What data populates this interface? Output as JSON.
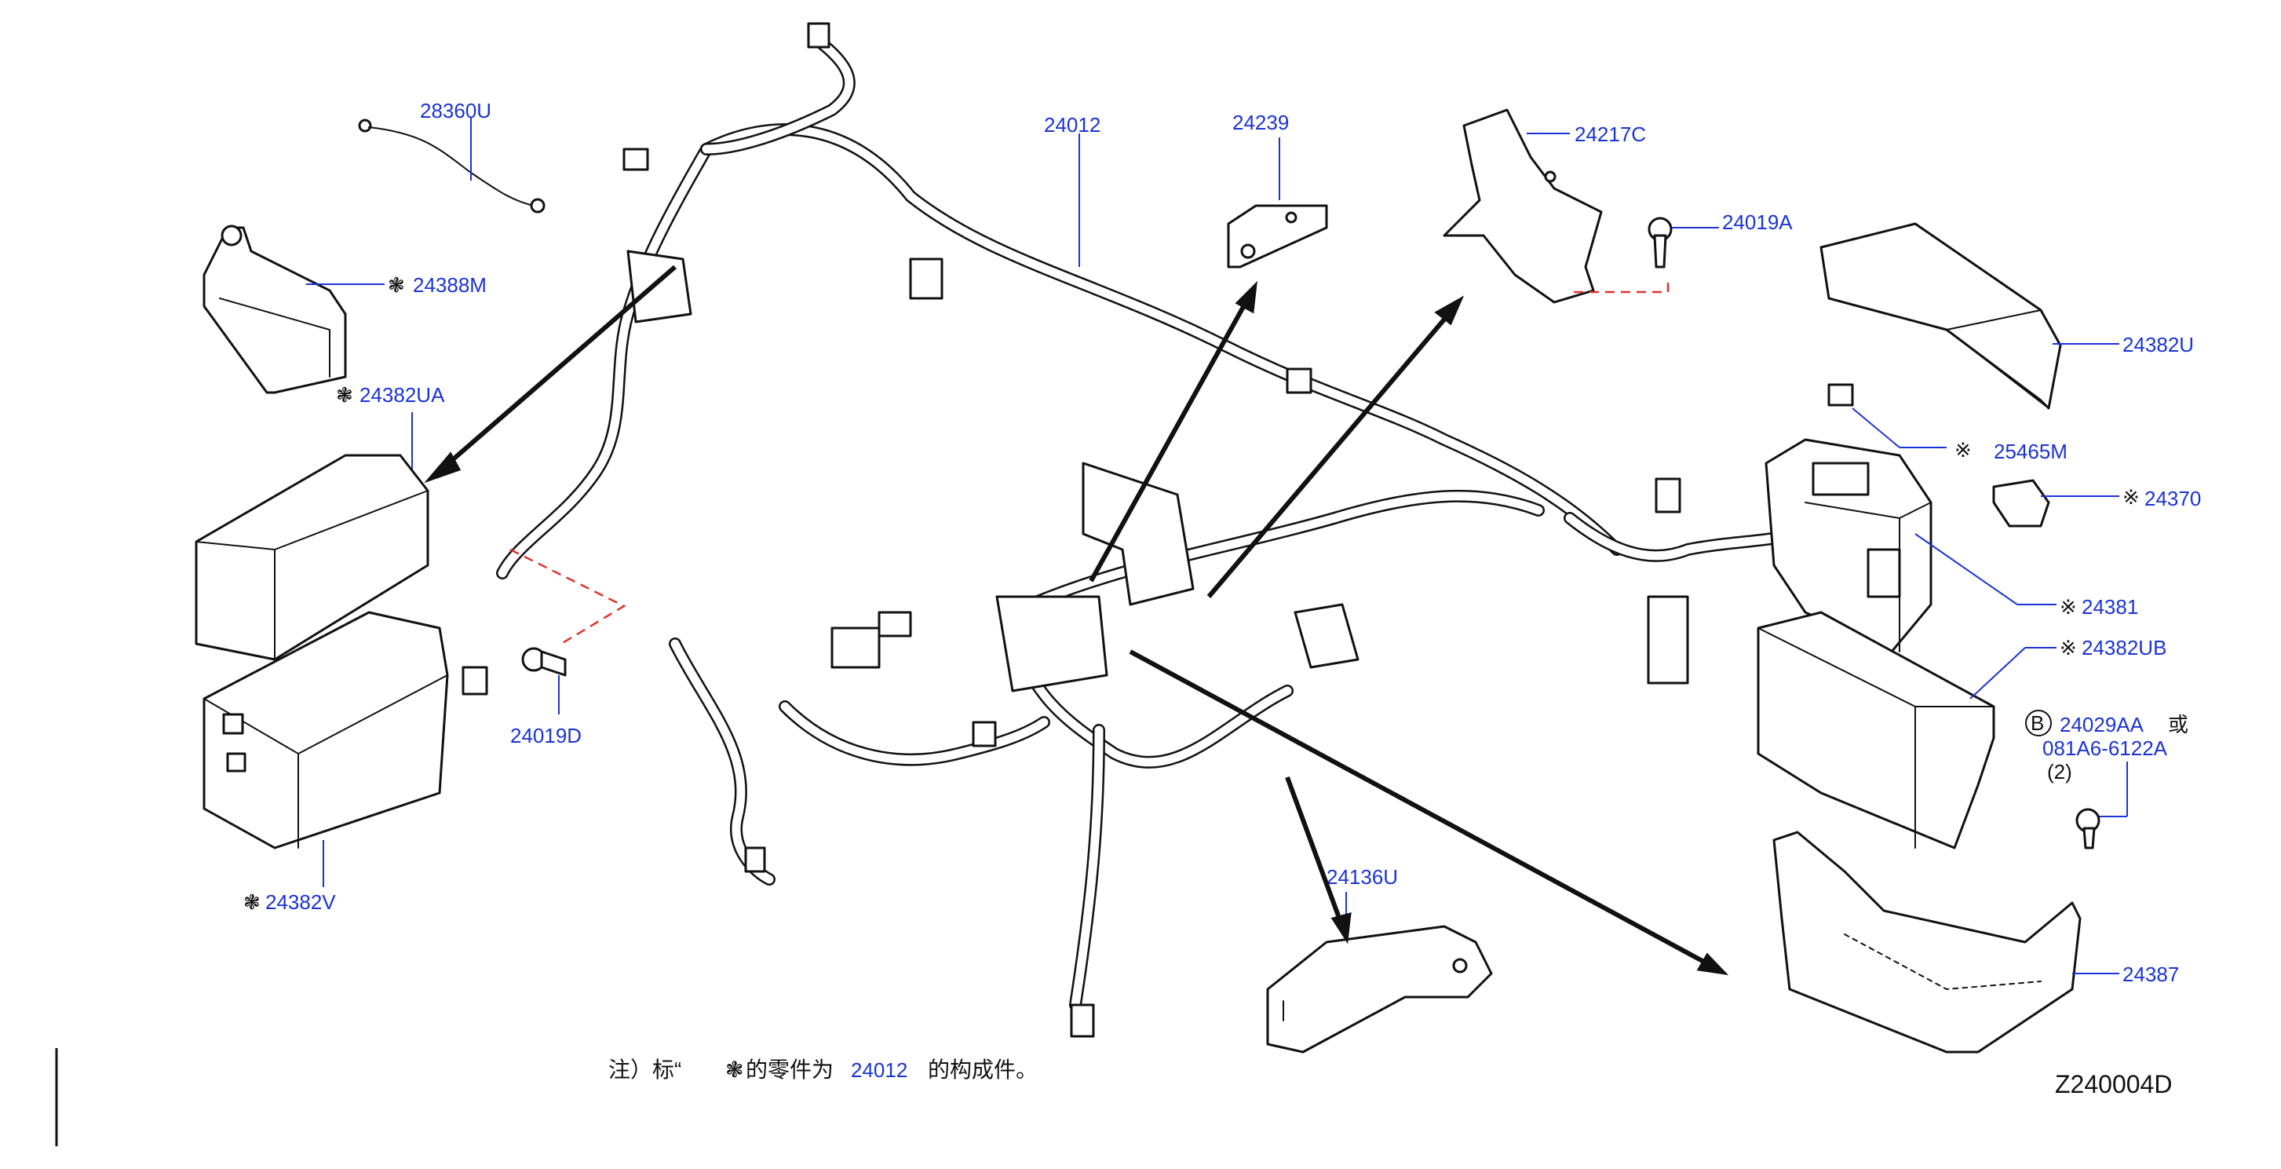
{
  "colors": {
    "label": "#1a33d6",
    "line": "#111111",
    "dash": "#e0312b"
  },
  "labels": {
    "p28360U": "28360U",
    "p24388M": "24388M",
    "p24382UA": "24382UA",
    "p24382V": "24382V",
    "p24019D": "24019D",
    "p24012": "24012",
    "p24239": "24239",
    "p24217C": "24217C",
    "p24019A": "24019A",
    "p24382U": "24382U",
    "p25465M": "25465M",
    "p24370": "24370",
    "p24381": "24381",
    "p24382UB": "24382UB",
    "p24029AA": "24029AA",
    "or_text": "或",
    "p081A6": "081A6-6122A",
    "qty": "(2)",
    "bolt_symbol": "B",
    "p24136U": "24136U",
    "p24387": "24387"
  },
  "symbols": {
    "component_mark": "❃",
    "ref_mark": "※"
  },
  "note": {
    "prefix": "注）标“",
    "suffix": "的零件为",
    "part": "24012",
    "end": "的构成件。"
  },
  "diagram_code": "Z240004D"
}
